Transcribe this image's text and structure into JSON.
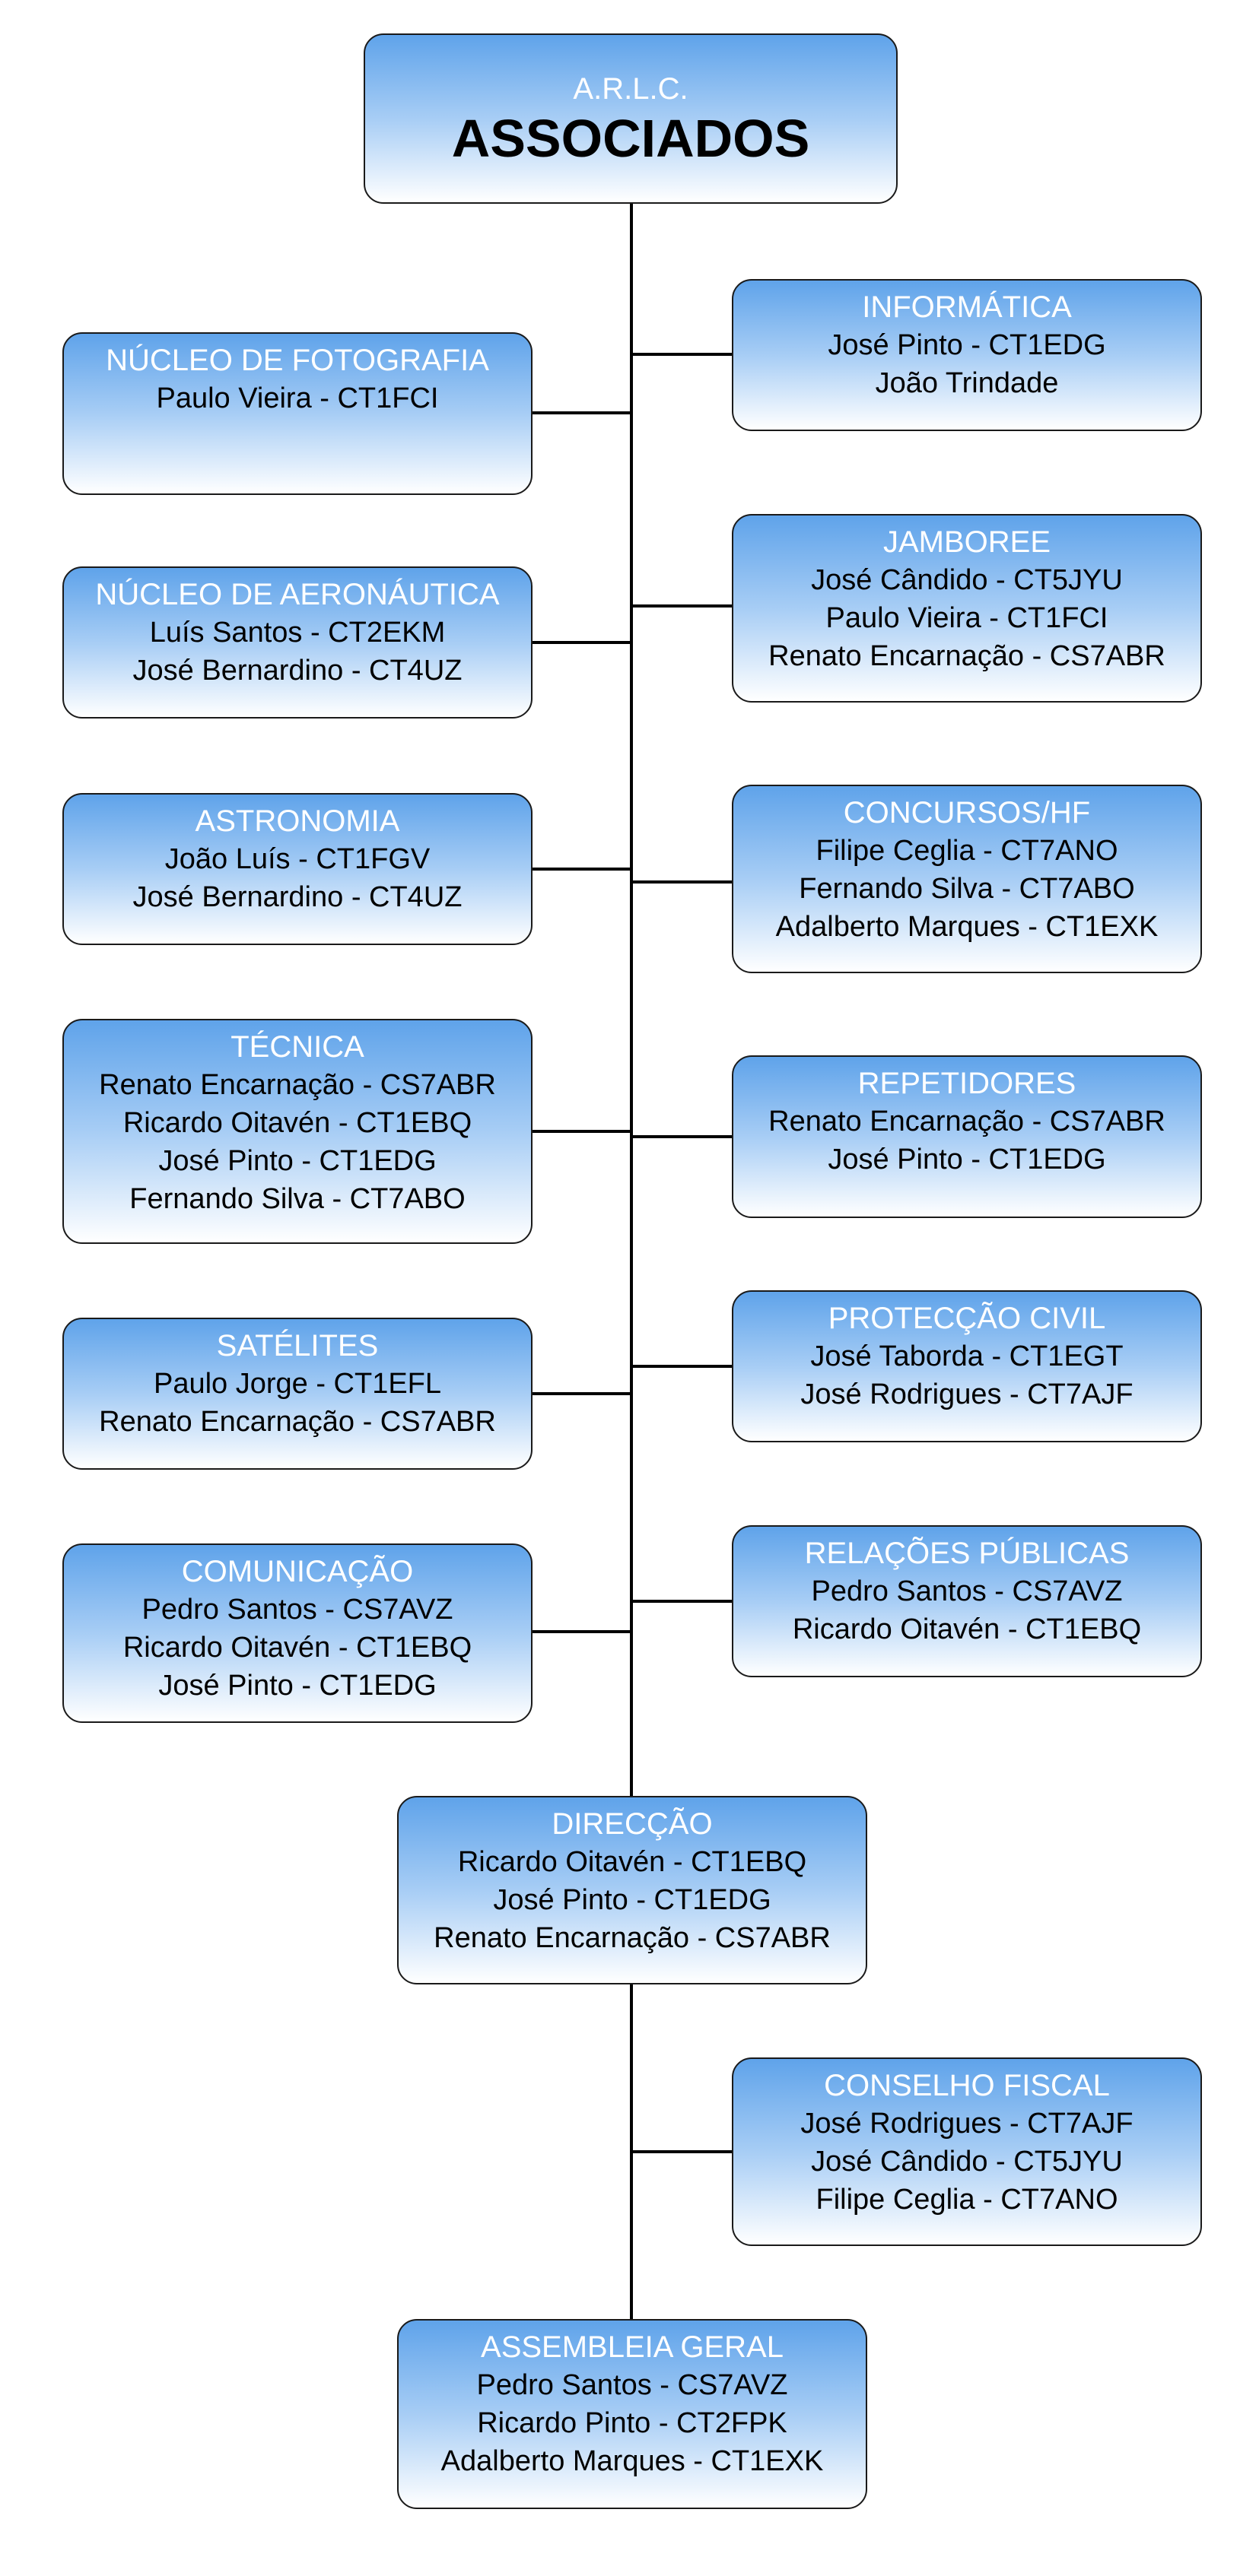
{
  "root": {
    "subtitle": "A.R.L.C.",
    "title": "ASSOCIADOS"
  },
  "left": [
    {
      "title": "NÚCLEO DE FOTOGRAFIA",
      "members": [
        "Paulo Vieira - CT1FCI"
      ]
    },
    {
      "title": "NÚCLEO DE AERONÁUTICA",
      "members": [
        "Luís Santos - CT2EKM",
        "José Bernardino - CT4UZ"
      ]
    },
    {
      "title": "ASTRONOMIA",
      "members": [
        "João Luís - CT1FGV",
        "José Bernardino - CT4UZ"
      ]
    },
    {
      "title": "TÉCNICA",
      "members": [
        "Renato Encarnação - CS7ABR",
        "Ricardo Oitavén - CT1EBQ",
        "José Pinto - CT1EDG",
        "Fernando Silva - CT7ABO"
      ]
    },
    {
      "title": "SATÉLITES",
      "members": [
        "Paulo Jorge - CT1EFL",
        "Renato Encarnação - CS7ABR"
      ]
    },
    {
      "title": "COMUNICAÇÃO",
      "members": [
        "Pedro Santos - CS7AVZ",
        "Ricardo Oitavén - CT1EBQ",
        "José Pinto - CT1EDG"
      ]
    }
  ],
  "right": [
    {
      "title": "INFORMÁTICA",
      "members": [
        "José Pinto - CT1EDG",
        "João Trindade"
      ]
    },
    {
      "title": "JAMBOREE",
      "members": [
        "José Cândido - CT5JYU",
        "Paulo Vieira - CT1FCI",
        "Renato Encarnação - CS7ABR"
      ]
    },
    {
      "title": "CONCURSOS/HF",
      "members": [
        "Filipe Ceglia - CT7ANO",
        "Fernando Silva - CT7ABO",
        "Adalberto Marques - CT1EXK"
      ]
    },
    {
      "title": "REPETIDORES",
      "members": [
        "Renato Encarnação - CS7ABR",
        "José Pinto - CT1EDG"
      ]
    },
    {
      "title": "PROTECÇÃO CIVIL",
      "members": [
        "José Taborda - CT1EGT",
        "José Rodrigues - CT7AJF"
      ]
    },
    {
      "title": "RELAÇÕES PÚBLICAS",
      "members": [
        "Pedro Santos - CS7AVZ",
        "Ricardo Oitavén - CT1EBQ"
      ]
    }
  ],
  "direccao": {
    "title": "DIRECÇÃO",
    "members": [
      "Ricardo Oitavén - CT1EBQ",
      "José Pinto - CT1EDG",
      "Renato Encarnação - CS7ABR"
    ]
  },
  "conselho_fiscal": {
    "title": "CONSELHO FISCAL",
    "members": [
      "José Rodrigues - CT7AJF",
      "José Cândido - CT5JYU",
      "Filipe Ceglia - CT7ANO"
    ]
  },
  "assembleia_geral": {
    "title": "ASSEMBLEIA GERAL",
    "members": [
      "Pedro Santos - CS7AVZ",
      "Ricardo Pinto - CT2FPK",
      "Adalberto Marques - CT1EXK"
    ]
  },
  "colors": {
    "box_gradient_top": "#5fa3ea",
    "box_gradient_bottom": "#ffffff",
    "title_text": "#ffffff",
    "member_text": "#000000",
    "connector": "#000000"
  }
}
